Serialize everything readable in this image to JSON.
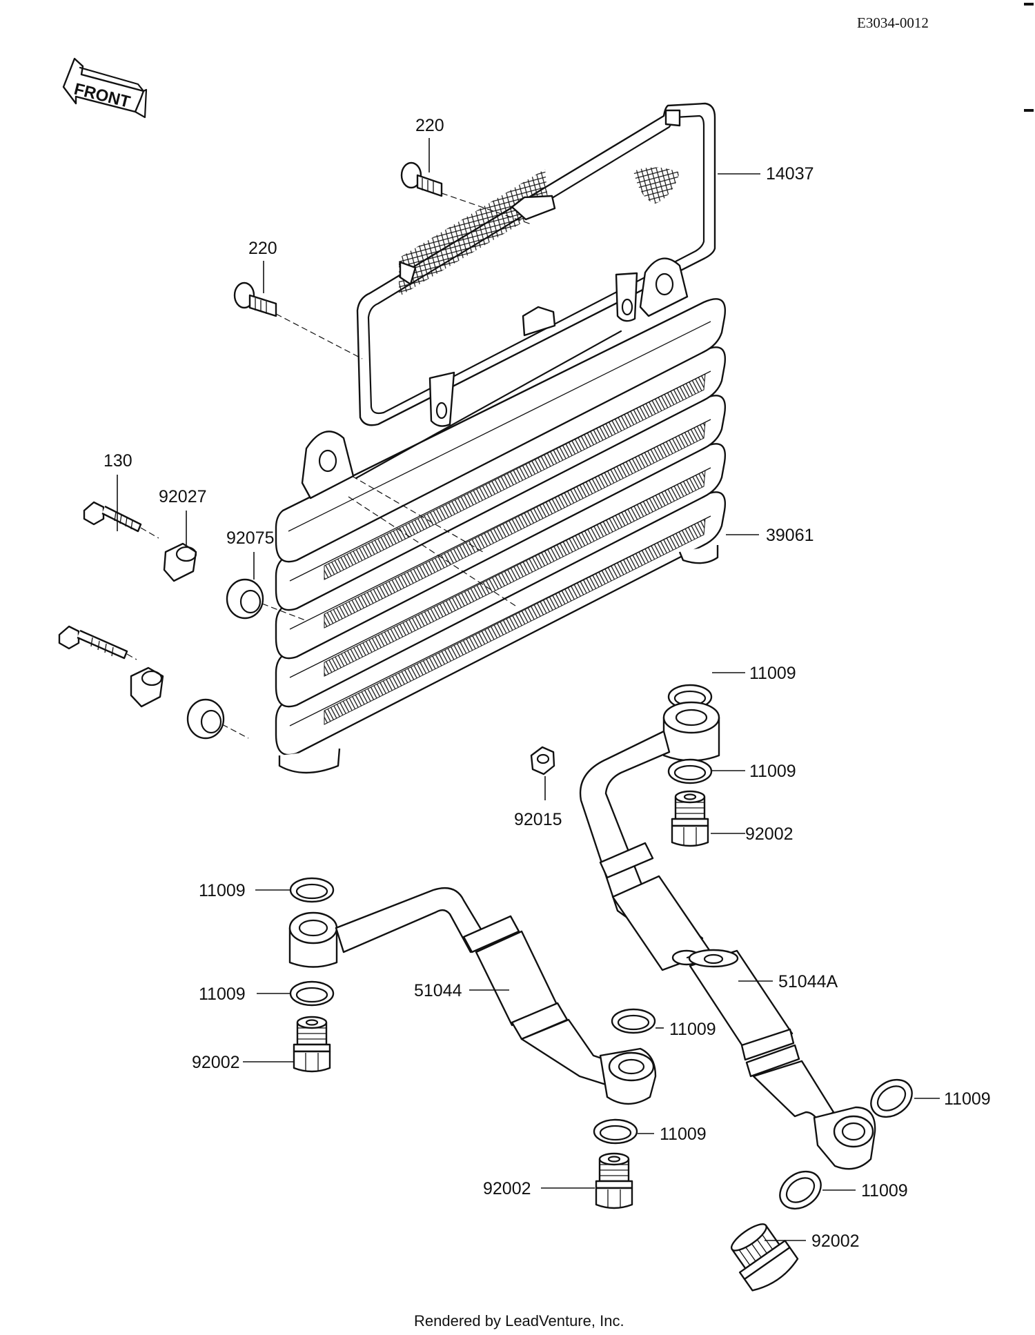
{
  "header": {
    "reference_code": "E3034-0012",
    "front_label": "FRONT"
  },
  "footer": {
    "rendered_by": "Rendered by LeadVenture, Inc."
  },
  "callouts": [
    {
      "id": "c-220-upper",
      "part": "220"
    },
    {
      "id": "c-14037",
      "part": "14037"
    },
    {
      "id": "c-220-lower",
      "part": "220"
    },
    {
      "id": "c-130",
      "part": "130"
    },
    {
      "id": "c-92027",
      "part": "92027"
    },
    {
      "id": "c-92075",
      "part": "92075"
    },
    {
      "id": "c-39061",
      "part": "39061"
    },
    {
      "id": "c-11009-a",
      "part": "11009"
    },
    {
      "id": "c-11009-b",
      "part": "11009"
    },
    {
      "id": "c-92015",
      "part": "92015"
    },
    {
      "id": "c-92002-a",
      "part": "92002"
    },
    {
      "id": "c-11009-c",
      "part": "11009"
    },
    {
      "id": "c-11009-d",
      "part": "11009"
    },
    {
      "id": "c-51044",
      "part": "51044"
    },
    {
      "id": "c-51044a",
      "part": "51044A"
    },
    {
      "id": "c-92002-b",
      "part": "92002"
    },
    {
      "id": "c-11009-e",
      "part": "11009"
    },
    {
      "id": "c-11009-f",
      "part": "11009"
    },
    {
      "id": "c-11009-g",
      "part": "11009"
    },
    {
      "id": "c-92002-c",
      "part": "92002"
    },
    {
      "id": "c-11009-h",
      "part": "11009"
    },
    {
      "id": "c-92002-d",
      "part": "92002"
    }
  ]
}
